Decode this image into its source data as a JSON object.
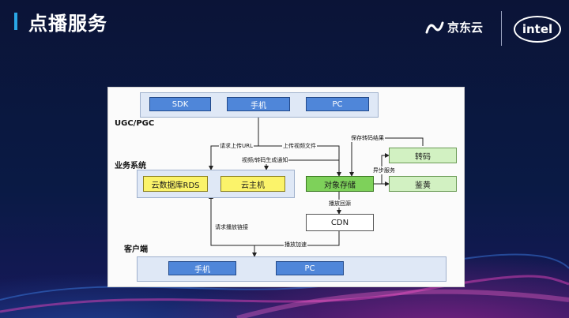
{
  "slide": {
    "title": "点播服务",
    "logos": {
      "jd_text": "京东云",
      "intel_text": "intel"
    }
  },
  "diagram": {
    "groups": {
      "ugc": {
        "label": "UGC/PGC",
        "nodes": [
          "SDK",
          "手机",
          "PC"
        ]
      },
      "business": {
        "label": "业务系统",
        "nodes": [
          "云数据库RDS",
          "云主机"
        ]
      },
      "client": {
        "label": "客户端",
        "nodes": [
          "手机",
          "PC"
        ]
      }
    },
    "nodes": {
      "storage": "对象存储",
      "transcode": "转码",
      "porn_check": "鉴黄",
      "cdn": "CDN"
    },
    "edge_labels": {
      "request_url": "请求上传URL",
      "upload_file": "上传视频文件",
      "save_result": "保存转码结果",
      "notify": "视频/转码生成通知",
      "async_service": "异步服务",
      "origin_pull": "播放回源",
      "request_play_link": "请求播放链接",
      "play_accel": "播放加速"
    }
  },
  "colors": {
    "background": "#0a1233",
    "accent": "#2aa7e6",
    "node_blue": "#4f86d9",
    "node_yellow": "#fbf36a",
    "node_green": "#7ed15a",
    "node_lightgreen": "#d2f1c2"
  }
}
